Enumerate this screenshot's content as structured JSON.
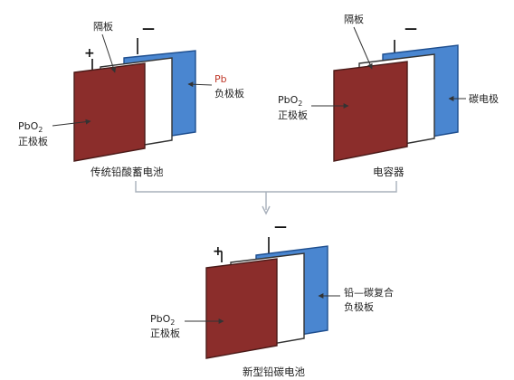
{
  "lead_acid": {
    "separator": "隔板",
    "plus": "+",
    "minus": "—",
    "pb_name": "Pb",
    "pb_desc": "负极板",
    "pbo2_name": "PbO",
    "pbo2_sub": "2",
    "pbo2_desc": "正极板",
    "caption": "传统铅酸蓄电池"
  },
  "capacitor": {
    "separator": "隔板",
    "minus": "—",
    "pbo2_name": "PbO",
    "pbo2_sub": "2",
    "pbo2_desc": "正极板",
    "carbon": "碳电极",
    "caption": "电容器"
  },
  "new_battery": {
    "plus": "+",
    "minus": "—",
    "pbo2_name": "PbO",
    "pbo2_sub": "2",
    "pbo2_desc": "正极板",
    "composite_1": "铅—碳复合",
    "composite_2": "负极板",
    "caption": "新型铅碳电池"
  },
  "colors": {
    "positive_plate": "#8b2d2b",
    "negative_plate": "#4a86d0",
    "separator": "#ffffff",
    "label_red": "#c0392b"
  }
}
